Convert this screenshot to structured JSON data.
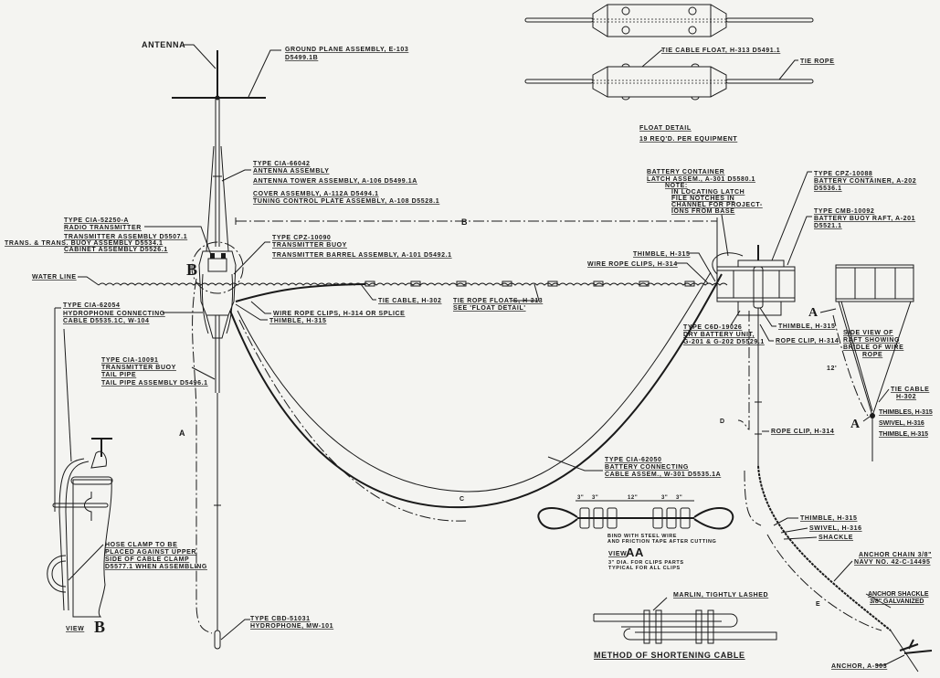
{
  "float_detail": {
    "tie_cable_float": "TIE CABLE FLOAT, H-313 D5491.1",
    "tie_rope": "TIE ROPE",
    "title": "FLOAT DETAIL",
    "subtitle": "19 REQ'D. PER EQUIPMENT"
  },
  "antenna": {
    "label": "ANTENNA",
    "ground_plane": [
      "GROUND PLANE ASSEMBLY, E-103",
      "D5499.1B"
    ],
    "assembly": [
      "TYPE CIA-66042",
      "ANTENNA ASSEMBLY"
    ],
    "tower": "ANTENNA TOWER ASSEMBLY, A-106 D5499.1A",
    "cover": "COVER ASSEMBLY, A-112A D5494.1",
    "tuning": "TUNING CONTROL PLATE ASSEMBLY, A-108 D5528.1"
  },
  "transmitter": {
    "type": "TYPE CIA-52250-A",
    "name": "RADIO TRANSMITTER",
    "assembly": "TRANSMITTER ASSEMBLY D5507.1",
    "buoy_assembly": "TRANS. & TRANS. BUOY ASSEMBLY D5534.1",
    "cabinet": "CABINET ASSEMBLY D5526.1"
  },
  "transmitter_buoy": {
    "type": "TYPE CPZ-10090",
    "name": "TRANSMITTER BUOY",
    "barrel": "TRANSMITTER BARREL ASSEMBLY, A-101 D5492.1"
  },
  "water_line": "WATER LINE",
  "hydrophone_cable": [
    "TYPE CIA-62054",
    "HYDROPHONE CONNECTING",
    "CABLE D5535.1C, W-104"
  ],
  "tail_pipe": [
    "TYPE CIA-10091",
    "TRANSMITTER BUOY",
    "TAIL PIPE",
    "TAIL PIPE ASSEMBLY D5496.1"
  ],
  "tie_cable": "TIE CABLE, H-302",
  "wire_rope_clips_splice": "WIRE ROPE CLIPS, H-314 OR SPLICE",
  "thimble_left": "THIMBLE, H-315",
  "tie_rope_floats": [
    "TIE ROPE FLOATS, H-313",
    "SEE 'FLOAT DETAIL'"
  ],
  "dimensions": {
    "a": "A",
    "b": "B",
    "c": "C",
    "d": "D",
    "e": "E",
    "twelve": "12'"
  },
  "battery_latch": [
    "BATTERY CONTAINER",
    "LATCH ASSEM., A-301 D5580.1",
    "NOTE:",
    "IN LOCATING LATCH",
    "FILE NOTCHES IN",
    "CHANNEL FOR PROJECT-",
    "IONS FROM BASE"
  ],
  "battery_container": [
    "TYPE CPZ-10088",
    "BATTERY CONTAINER, A-202",
    "D5536.1"
  ],
  "battery_raft": [
    "TYPE CMB-10092",
    "BATTERY BUOY RAFT, A-201",
    "D5521.1"
  ],
  "thimble_h315_top": "THIMBLE, H-315",
  "wire_rope_clips": "WIRE ROPE CLIPS, H-314",
  "thimble_h315_raft": "THIMBLE, H-315",
  "rope_clip_1": "ROPE CLIP, H-314",
  "dry_battery": [
    "TYPE C6D-19026",
    "DRY BATTERY UNIT,",
    "G-201 & G-202 D5529.1"
  ],
  "rope_clip_2": "ROPE CLIP, H-314",
  "side_view": {
    "marker": "A",
    "label": [
      "SIDE VIEW OF",
      "RAFT SHOWING",
      "BRIDLE OF WIRE",
      "ROPE"
    ],
    "tie_cable": [
      "TIE CABLE",
      "H-302"
    ],
    "thimbles": "THIMBLES, H-315",
    "swivel": "SWIVEL, H-316",
    "thimble": "THIMBLE, H-315"
  },
  "battery_cable": [
    "TYPE CIA-62050",
    "BATTERY CONNECTING",
    "CABLE ASSEM., W-301 D5535.1A"
  ],
  "view_aa": {
    "dims": [
      "3\"",
      "3\"",
      "12\"",
      "3\"",
      "3\""
    ],
    "band_note": [
      "BIND WITH STEEL WIRE",
      "AND FRICTION TAPE AFTER CUTTING"
    ],
    "title_prefix": "VIEW",
    "title": "AA",
    "note": [
      "3\" DIA. FOR CLIPS PARTS",
      "TYPICAL FOR ALL CLIPS"
    ]
  },
  "anchor": {
    "thimble": "THIMBLE, H-315",
    "swivel": "SWIVEL, H-316",
    "shackle": "SHACKLE",
    "chain": [
      "ANCHOR CHAIN 3/8\"",
      "NAVY NO. 42-C-14495"
    ],
    "anchor_shackle": [
      "ANCHOR SHACKLE",
      "3/8\" GALVANIZED"
    ],
    "anchor": "ANCHOR, A-303"
  },
  "shortening": {
    "marlin": "MARLIN, TIGHTLY LASHED",
    "title": "METHOD OF SHORTENING CABLE"
  },
  "view_b": {
    "hose_clamp": [
      "HOSE CLAMP TO BE",
      "PLACED AGAINST UPPER",
      "SIDE OF CABLE CLAMP",
      "D5577.1 WHEN ASSEMBLING"
    ],
    "title_prefix": "VIEW",
    "title": "B",
    "marker": "B"
  },
  "hydrophone": [
    "TYPE CBD-51031",
    "HYDROPHONE, MW-101"
  ]
}
